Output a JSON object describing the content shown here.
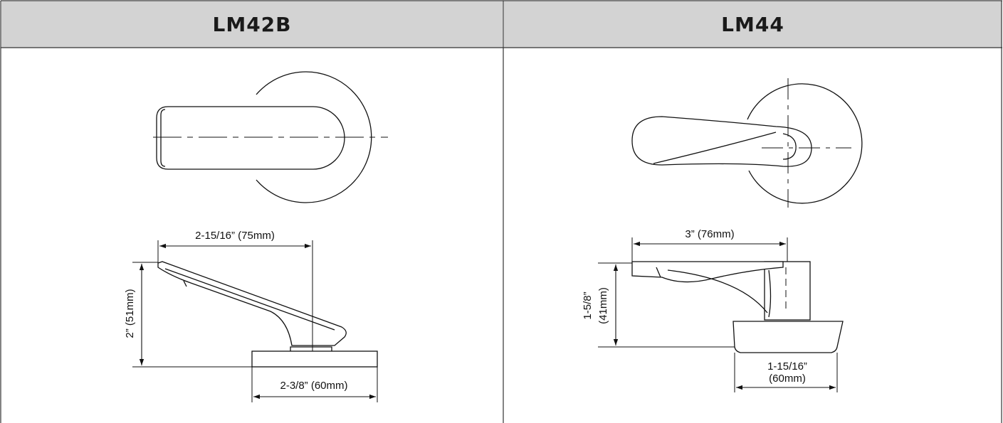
{
  "panels": [
    {
      "model": "LM42B",
      "dimensions": {
        "length": "2-15/16” (75mm)",
        "height": "2” (51mm)",
        "rose": "2-3/8” (60mm)"
      }
    },
    {
      "model": "LM44",
      "dimensions": {
        "length": "3” (76mm)",
        "height_line1": "1-5/8”",
        "height_line2": "(41mm)",
        "rose_line1": "1-15/16”",
        "rose_line2": "(60mm)"
      }
    }
  ]
}
